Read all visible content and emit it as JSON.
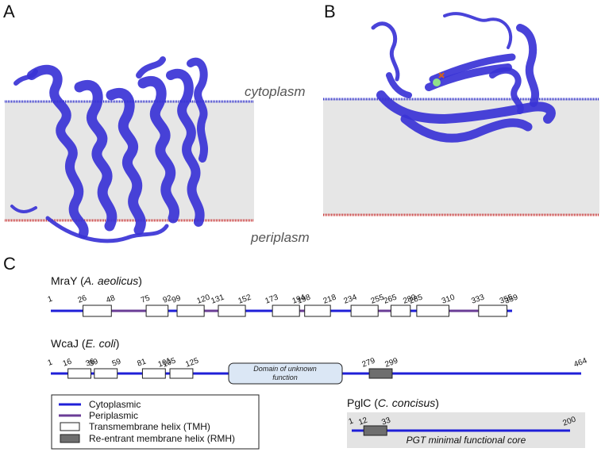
{
  "panels": {
    "a": "A",
    "b": "B",
    "c": "C"
  },
  "membrane": {
    "top_label": "cytoplasm",
    "bottom_label": "periplasm",
    "slab_color": "#e6e6e6",
    "top_line_color": "#2b2bc8",
    "bottom_line_color": "#c83232",
    "protein_color": "#3a33d6"
  },
  "colors": {
    "cytoplasmic": "#1f1fd8",
    "periplasmic": "#6a3c96",
    "tmh_fill": "#ffffff",
    "rmh_fill": "#6e6e6e",
    "duf_fill": "#dbe7f5"
  },
  "proteins": [
    {
      "id": "mray",
      "name": "MraY",
      "organism": "A. aeolicus",
      "start": "1",
      "end": "359",
      "helices": [
        {
          "s": "26",
          "e": "48",
          "type": "TMH"
        },
        {
          "s": "75",
          "e": "92",
          "type": "TMH"
        },
        {
          "s": "99",
          "e": "120",
          "type": "TMH"
        },
        {
          "s": "131",
          "e": "152",
          "type": "TMH"
        },
        {
          "s": "173",
          "e": "194",
          "type": "TMH"
        },
        {
          "s": "198",
          "e": "218",
          "type": "TMH"
        },
        {
          "s": "234",
          "e": "255",
          "type": "TMH"
        },
        {
          "s": "265",
          "e": "280",
          "type": "TMH"
        },
        {
          "s": "285",
          "e": "310",
          "type": "TMH"
        },
        {
          "s": "333",
          "e": "355",
          "type": "TMH"
        }
      ]
    },
    {
      "id": "wcaj",
      "name": "WcaJ",
      "organism": "E. coli",
      "start": "1",
      "end": "464",
      "helices": [
        {
          "s": "16",
          "e": "36",
          "type": "TMH"
        },
        {
          "s": "39",
          "e": "59",
          "type": "TMH"
        },
        {
          "s": "81",
          "e": "101",
          "type": "TMH"
        },
        {
          "s": "105",
          "e": "125",
          "type": "TMH"
        },
        {
          "s": "279",
          "e": "299",
          "type": "RMH"
        }
      ],
      "domain_lines": [
        "Domain of unknown",
        "function"
      ]
    },
    {
      "id": "pglc",
      "name": "PglC",
      "organism": "C. concisus",
      "start": "1",
      "end": "200",
      "helices": [
        {
          "s": "12",
          "e": "33",
          "type": "RMH"
        }
      ],
      "core_label": "PGT minimal functional core"
    }
  ],
  "legend": [
    {
      "key": "cytoplasmic",
      "label": "Cytoplasmic"
    },
    {
      "key": "periplasmic",
      "label": "Periplasmic"
    },
    {
      "key": "tmh",
      "label": "Transmembrane helix (TMH)"
    },
    {
      "key": "rmh",
      "label": "Re-entrant membrane helix (RMH)"
    }
  ]
}
